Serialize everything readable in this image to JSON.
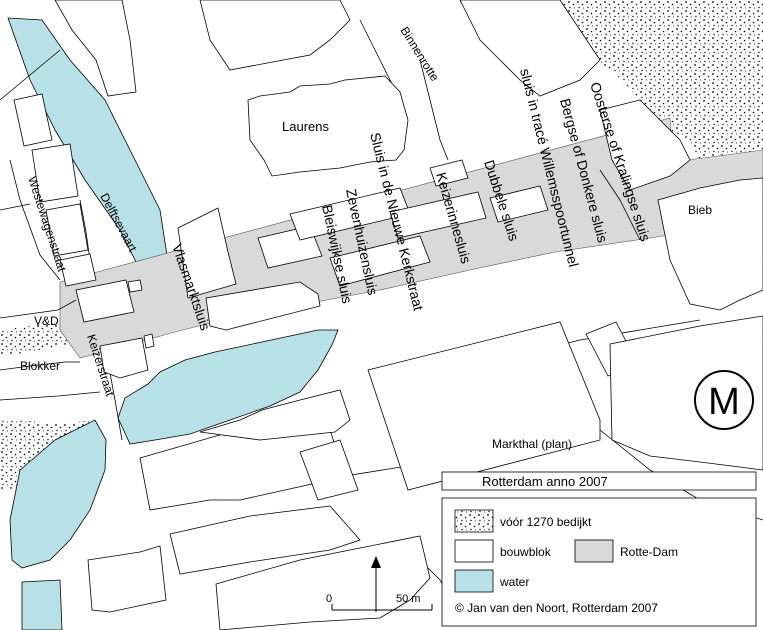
{
  "map": {
    "title": "Rotterdam anno 2007",
    "credit": "© Jan van den Noort, Rotterdam 2007",
    "metro_symbol": "M",
    "colors": {
      "water": "#b7e1e6",
      "dam": "#d9d9d9",
      "building_fill": "#ffffff",
      "stroke": "#000000"
    },
    "labels": {
      "binnenrotte": "Binnenrotte",
      "laurens": "Laurens",
      "westewagenstraat": "Westewagenstraat",
      "delftsevaart": "Delftsevaart",
      "vd": "V&D",
      "blokker": "Blokker",
      "keizerstraat": "Keizerstraat",
      "vlasmarktsluis": "Vlasmarktsluis",
      "bleiswijkse_sluis": "Bleiswijkse sluis",
      "zevenhuizensluis": "Zevenhuizensluis",
      "sluis_nieuwe_kerkstraat": "Sluis in de Nieuwe Kerkstraat",
      "keizerinnesluis": "Keizerinnesluis",
      "dubbele_sluis": "Dubbele sluis",
      "sluis_willemsspoortunnel": "sluis in tracé Willemsspoortunnel",
      "bergse_donkere_sluis": "Bergse of Donkere sluis",
      "oosterse_kralingse_sluis": "Oosterse of Kralingse sluis",
      "bieb": "Bieb",
      "markthal": "Markthal (plan)"
    },
    "legend": {
      "diked": "vóór 1270 bedijkt",
      "block": "bouwblok",
      "dam": "Rotte-Dam",
      "water": "water"
    },
    "scale": {
      "zero": "0",
      "distance": "50 m"
    }
  }
}
